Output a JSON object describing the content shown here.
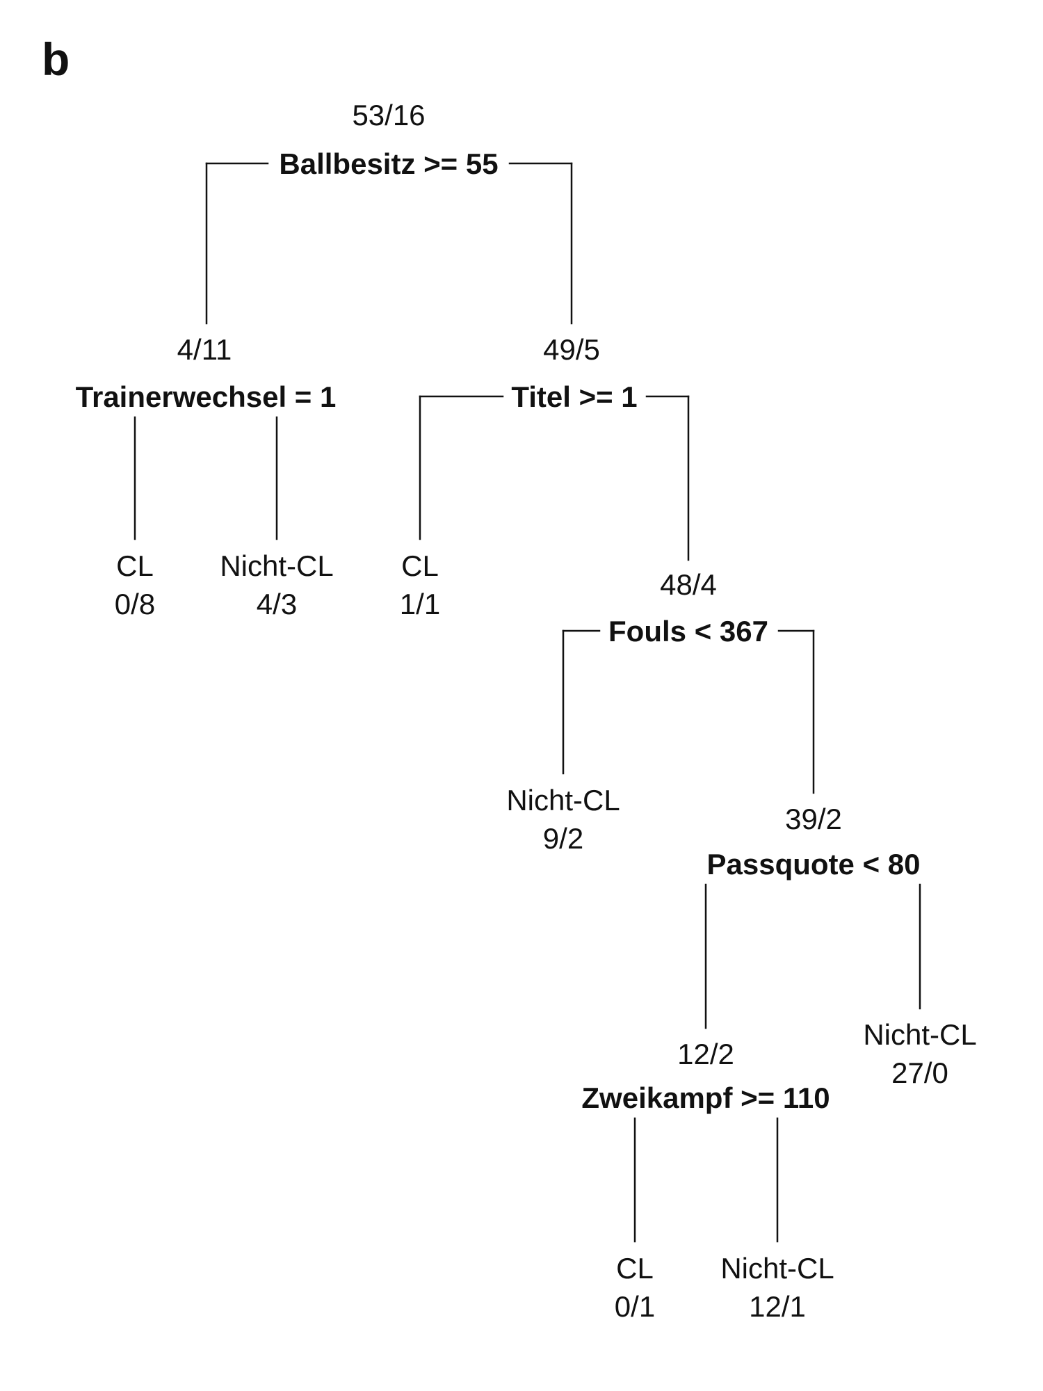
{
  "panel_label": "b",
  "root": {
    "counts": "53/16",
    "condition": "Ballbesitz >= 55",
    "left": {
      "counts": "4/11",
      "condition": "Trainerwechsel = 1",
      "left": {
        "label": "CL",
        "counts": "0/8"
      },
      "right": {
        "label": "Nicht-CL",
        "counts": "4/3"
      }
    },
    "right": {
      "counts": "49/5",
      "condition": "Titel >= 1",
      "left": {
        "label": "CL",
        "counts": "1/1"
      },
      "right": {
        "counts": "48/4",
        "condition": "Fouls < 367",
        "left": {
          "label": "Nicht-CL",
          "counts": "9/2"
        },
        "right": {
          "counts": "39/2",
          "condition": "Passquote < 80",
          "left": {
            "counts": "12/2",
            "condition": "Zweikampf >= 110",
            "left": {
              "label": "CL",
              "counts": "0/1"
            },
            "right": {
              "label": "Nicht-CL",
              "counts": "12/1"
            }
          },
          "right": {
            "label": "Nicht-CL",
            "counts": "27/0"
          }
        }
      }
    }
  }
}
